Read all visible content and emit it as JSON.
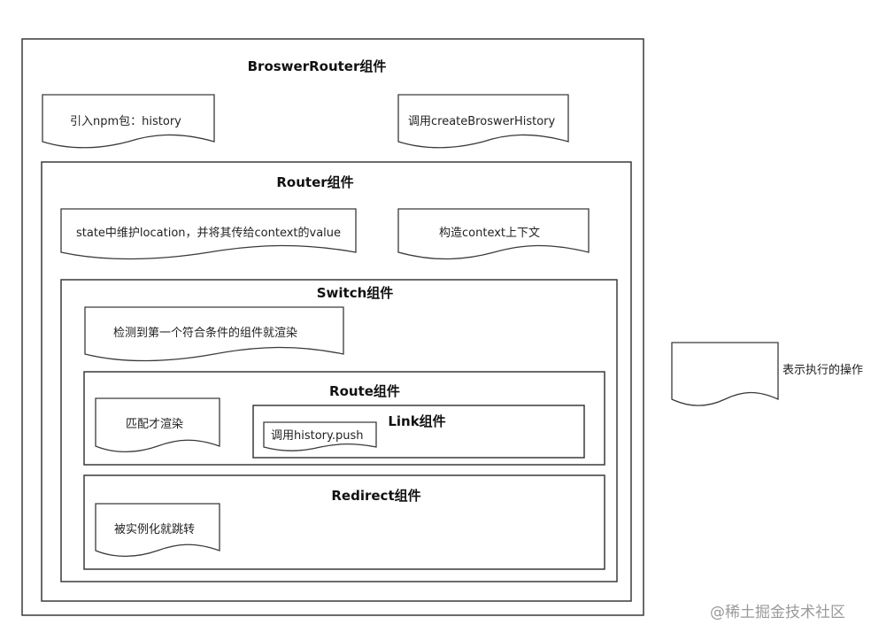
{
  "browser_router": {
    "title": "BroswerRouter组件",
    "step_import": "引入npm包：history",
    "step_create": "调用createBroswerHistory"
  },
  "router": {
    "title": "Router组件",
    "step_state": "state中维护location，并将其传给context的value",
    "step_context": "构造context上下文"
  },
  "switch": {
    "title": "Switch组件",
    "step_detect": "检测到第一个符合条件的组件就渲染"
  },
  "route": {
    "title": "Route组件",
    "step_match": "匹配才渲染"
  },
  "link": {
    "title": "Link组件",
    "step_push": "调用history.push"
  },
  "redirect": {
    "title": "Redirect组件",
    "step_jump": "被实例化就跳转"
  },
  "legend": {
    "label": "表示执行的操作"
  },
  "watermark": {
    "text": "@稀土掘金技术社区"
  }
}
